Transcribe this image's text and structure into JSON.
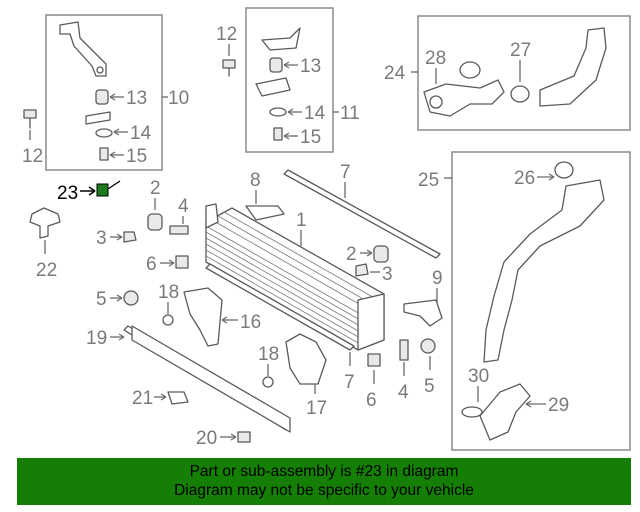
{
  "callouts": {
    "c1": "1",
    "c2a": "2",
    "c2b": "2",
    "c3a": "3",
    "c3b": "3",
    "c4a": "4",
    "c4b": "4",
    "c5a": "5",
    "c5b": "5",
    "c6a": "6",
    "c6b": "6",
    "c7a": "7",
    "c7b": "7",
    "c8": "8",
    "c9": "9",
    "c10": "10",
    "c11": "11",
    "c12a": "12",
    "c12b": "12",
    "c13a": "13",
    "c13b": "13",
    "c14a": "14",
    "c14b": "14",
    "c15a": "15",
    "c15b": "15",
    "c16": "16",
    "c17": "17",
    "c18a": "18",
    "c18b": "18",
    "c19": "19",
    "c20": "20",
    "c21": "21",
    "c22": "22",
    "c23": "23",
    "c24": "24",
    "c25": "25",
    "c26": "26",
    "c27": "27",
    "c28": "28",
    "c29": "29",
    "c30": "30"
  },
  "banner": {
    "line1": "Part or sub-assembly is #23 in diagram",
    "line2": "Diagram may not be specific to your vehicle"
  },
  "colors": {
    "banner": "#147f04",
    "callout_text": "#7a7a7a",
    "highlight_text": "#000000"
  }
}
